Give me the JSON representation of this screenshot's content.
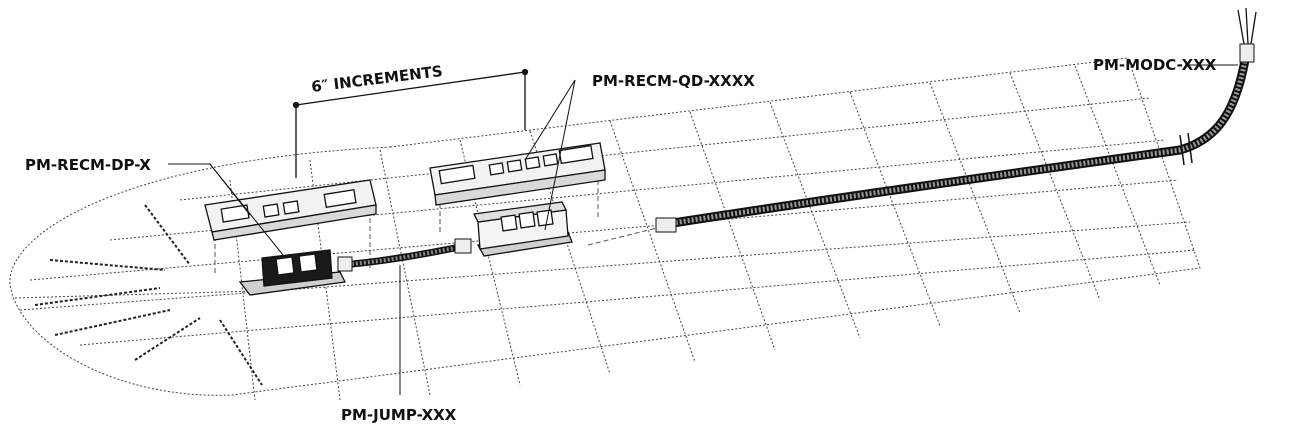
{
  "labels": {
    "increments": "6″ INCREMENTS",
    "recm_qd": "PM-RECM-QD-XXXX",
    "modc": "PM-MODC-XXX",
    "recm_dp": "PM-RECM-DP-X",
    "jump": "PM-JUMP-XXX"
  },
  "colors": {
    "line": "#111111",
    "grid": "#444444",
    "conduit": "#555555"
  }
}
